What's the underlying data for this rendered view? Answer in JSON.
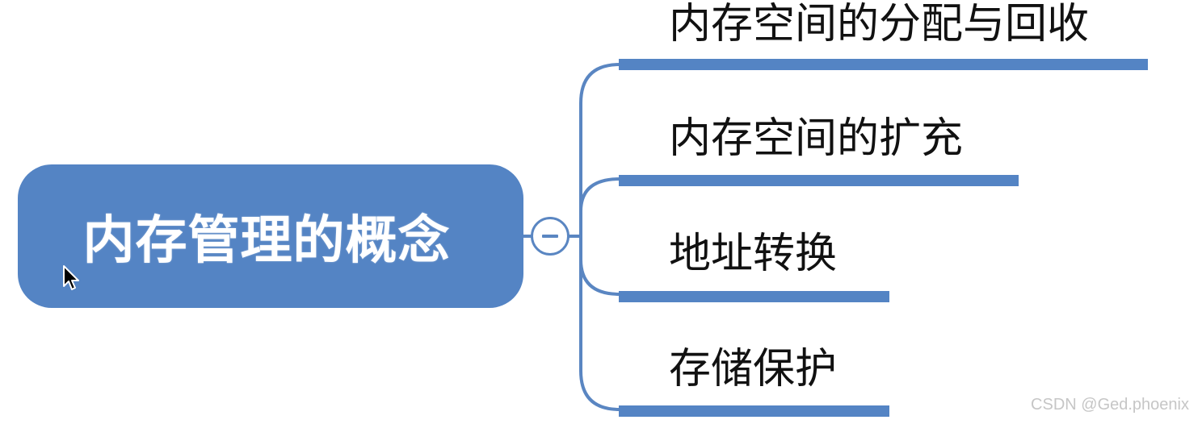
{
  "colors": {
    "node_fill": "#5484c4",
    "connector": "#5a86c2",
    "branch_text": "#111111",
    "watermark": "#c6c6c6"
  },
  "mindmap": {
    "central_topic": "内存管理的概念",
    "toggle_icon": "minus-icon",
    "branches": [
      {
        "label": "内存空间的分配与回收"
      },
      {
        "label": "内存空间的扩充"
      },
      {
        "label": "地址转换"
      },
      {
        "label": "存储保护"
      }
    ]
  },
  "overlay": {
    "cursor_icon": "mouse-pointer-icon"
  },
  "watermark": "CSDN @Ged.phoenix"
}
